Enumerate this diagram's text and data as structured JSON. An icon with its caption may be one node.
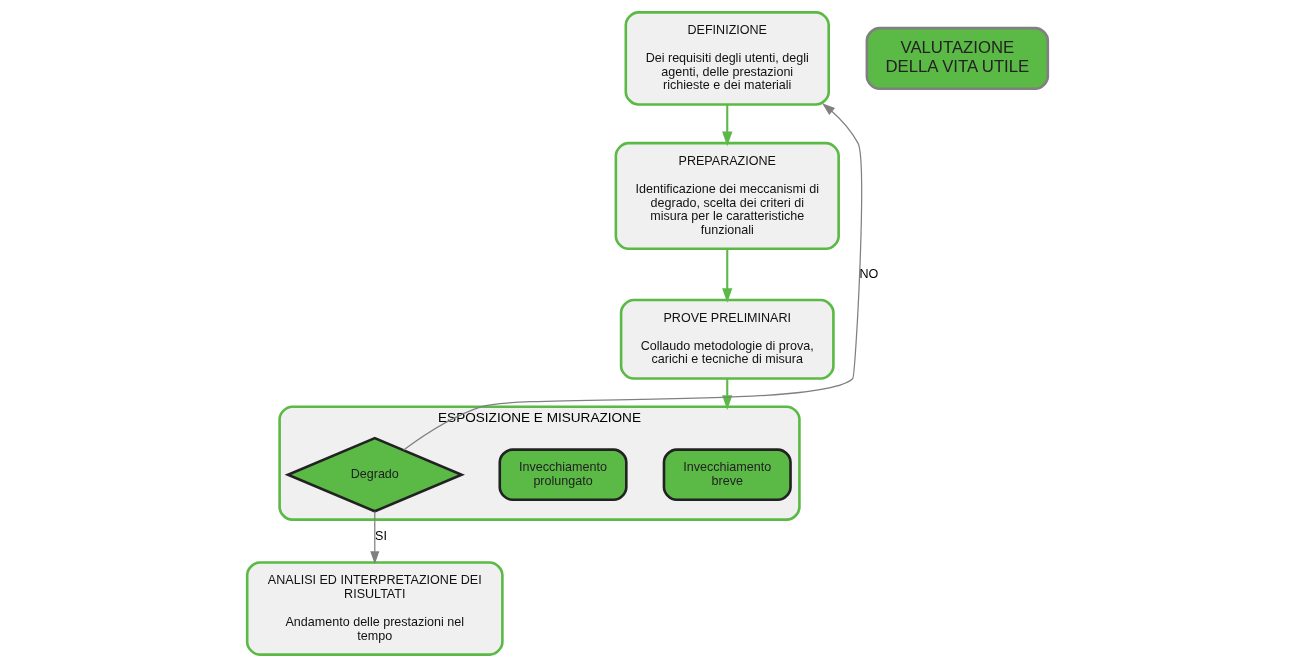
{
  "diagram": {
    "nodes": [
      {
        "text": [
          "DEFINIZIONE",
          "Dei requisiti degli utenti, degli agenti, delle prestazioni richieste e dei materiali"
        ]
      },
      {
        "text": [
          "PREPARAZIONE",
          "Identificazione dei meccanismi di degrado, scelta dei criteri di misura per le caratteristiche funzionali"
        ]
      },
      {
        "text": [
          "PROVE PRELIMINARI",
          "Collaudo metodologie di prova, carichi e tecniche di misura"
        ]
      },
      {
        "text": [
          "ESPOSIZIONE E MISURAZIONE"
        ]
      },
      {
        "text": [
          "Invecchiamento breve"
        ],
        "in": 3
      },
      {
        "text": [
          "Invecchiamento prolungato"
        ],
        "in": 3
      },
      {
        "text": [
          "Degrado"
        ],
        "in": 3
      },
      {
        "text": [
          "ANALISI ED INTERPRETAZIONE DEI RISULTATI",
          "Andamento delle prestazioni nel tempo"
        ]
      },
      {
        "text": [
          "VALUTAZIONE DELLA VITA UTILE"
        ]
      }
    ],
    "edges": [
      {
        "from": 0,
        "to": 1,
        "arrow": "to"
      },
      {
        "from": 1,
        "to": 2,
        "arrow": "to"
      },
      {
        "from": 2,
        "to": 3,
        "arrow": "to"
      },
      {
        "from": 6,
        "to": 0,
        "arrow": "to",
        "label": "NO",
        "color": "#808080"
      },
      {
        "from": 6,
        "to": 7,
        "arrow": "to",
        "label": "SI",
        "color": "#808080"
      }
    ]
  }
}
